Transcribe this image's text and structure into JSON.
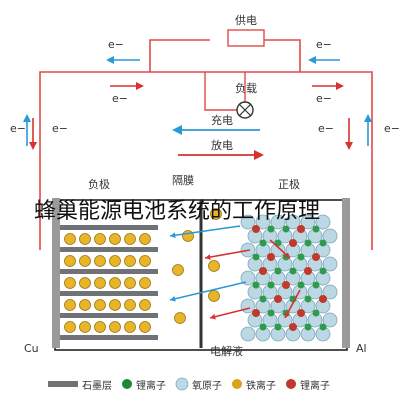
{
  "title": "蜂巢能源电池系统的工作原理",
  "labels": {
    "power_supply": "供电",
    "load": "负载",
    "charge": "充电",
    "discharge": "放电",
    "separator": "隔膜",
    "negative_electrode": "负极",
    "positive_electrode": "正极",
    "electrolyte": "电解液",
    "cu": "Cu",
    "al": "Al"
  },
  "electron_labels": [
    "e−",
    "e−",
    "e−",
    "e−",
    "e−",
    "e−",
    "e−",
    "e−"
  ],
  "legend": [
    {
      "label": "石墨层",
      "kind": "bar",
      "color": "#6f7378"
    },
    {
      "label": "锂离子",
      "kind": "dot",
      "color": "#1a8a3a"
    },
    {
      "label": "氧原子",
      "kind": "circle",
      "color": "#bcd8e4"
    },
    {
      "label": "铁离子",
      "kind": "dot",
      "color": "#d9a21a"
    },
    {
      "label": "锂离子",
      "kind": "dot",
      "color": "#c0392b"
    }
  ],
  "colors": {
    "wire": "#e04a4a",
    "arrow_blue": "#2a9ad6",
    "arrow_red": "#d93030",
    "graphite": "#6f7378",
    "lithium_ion": "#e8b52a",
    "oxygen": "#bcd8e4",
    "iron": "#2f9a4b",
    "metal_ion": "#c0392b"
  }
}
